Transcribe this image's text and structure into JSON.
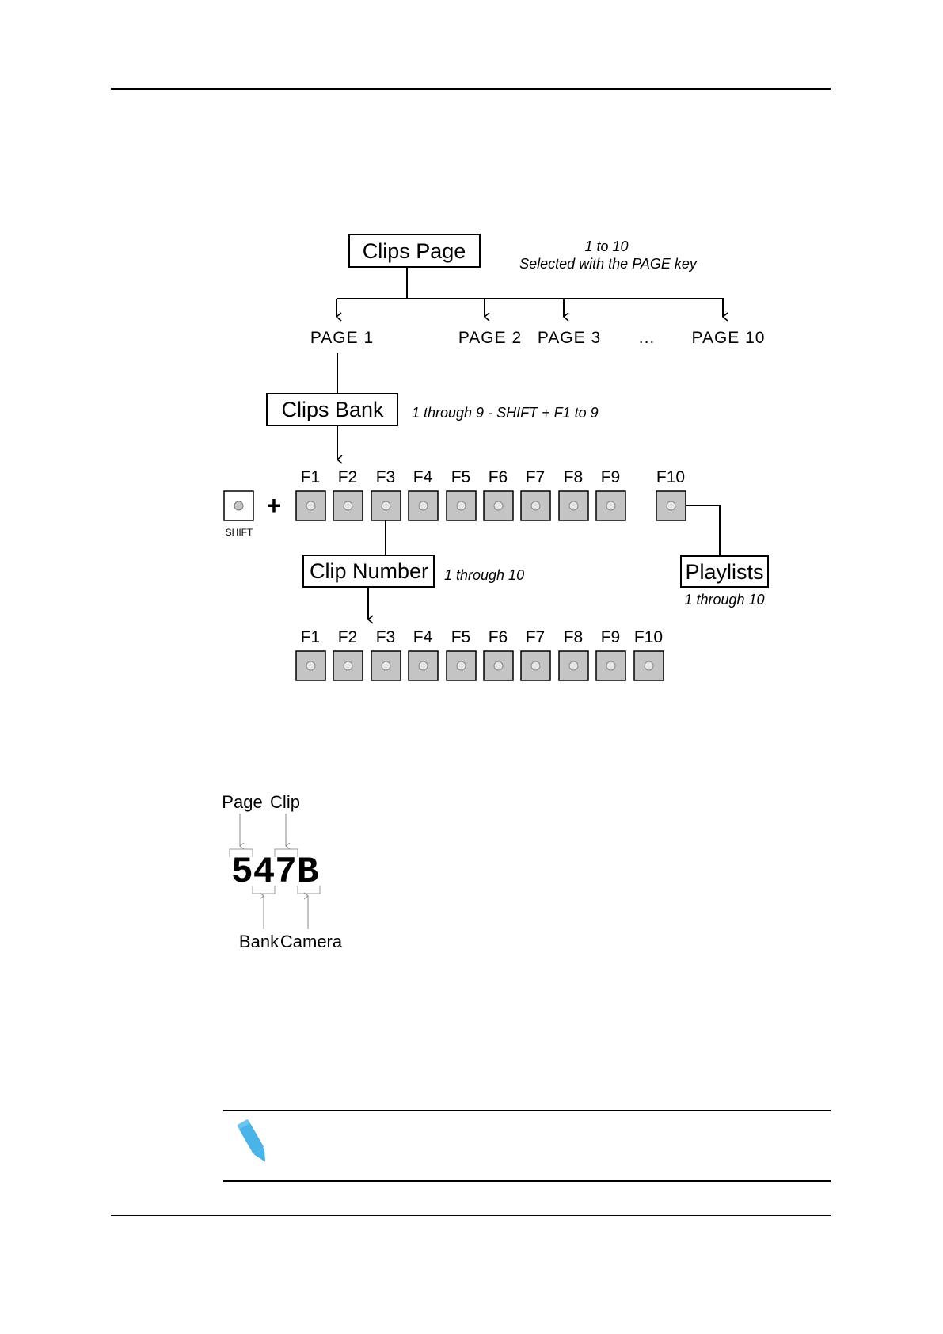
{
  "diagram1": {
    "clips_page": {
      "label": "Clips Page",
      "note_line1": "1 to 10",
      "note_line2": "Selected with the PAGE key"
    },
    "pages": [
      "PAGE 1",
      "PAGE 2",
      "PAGE 3",
      "...",
      "PAGE 10"
    ],
    "clips_bank": {
      "label": "Clips Bank",
      "note": "1 through 9 - SHIFT + F1 to 9"
    },
    "shift_label": "SHIFT",
    "plus": "+",
    "bank_keys": [
      "F1",
      "F2",
      "F3",
      "F4",
      "F5",
      "F6",
      "F7",
      "F8",
      "F9",
      "F10"
    ],
    "clip_number": {
      "label": "Clip Number",
      "note": "1 through 10"
    },
    "playlists": {
      "label": "Playlists",
      "note": "1 through 10"
    },
    "clip_keys": [
      "F1",
      "F2",
      "F3",
      "F4",
      "F5",
      "F6",
      "F7",
      "F8",
      "F9",
      "F10"
    ]
  },
  "diagram2": {
    "code": "547B",
    "top_labels": [
      "Page",
      "Clip"
    ],
    "bottom_labels": [
      "Bank",
      "Camera"
    ]
  },
  "note_icon": "pencil-icon",
  "colors": {
    "key_fill": "#c4c4c4",
    "pencil": "#4ab3e8"
  }
}
